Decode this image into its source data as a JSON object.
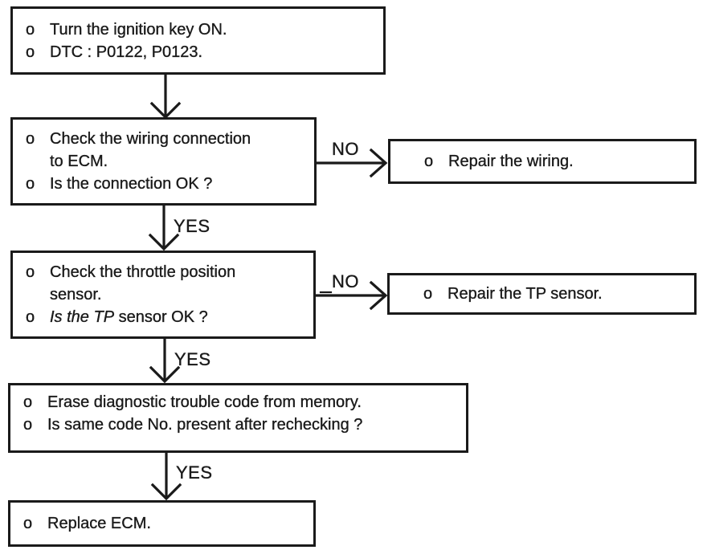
{
  "page": {
    "background": "#ffffff",
    "ink": "#1a1a1a",
    "bullet": "o",
    "yes_label": "YES",
    "no_label": "NO"
  },
  "flowchart": {
    "start": {
      "line1": "Turn the ignition key ON.",
      "line2": "DTC : P0122, P0123."
    },
    "check_wiring": {
      "line1": "Check the wiring connection",
      "line1_cont": "to ECM.",
      "line2": "Is the connection OK ?"
    },
    "repair_wiring": {
      "line1": "Repair the wiring."
    },
    "check_tp_sensor": {
      "line1": "Check the throttle position",
      "line1_cont": "sensor.",
      "line2_em": "Is the TP",
      "line2_rest": " sensor OK ?"
    },
    "repair_tp_sensor": {
      "line1": "Repair the TP sensor."
    },
    "erase_code": {
      "line1": "Erase diagnostic trouble code from memory.",
      "line2": "Is same code No. present after rechecking ?"
    },
    "replace_ecm": {
      "line1": "Replace ECM."
    }
  }
}
